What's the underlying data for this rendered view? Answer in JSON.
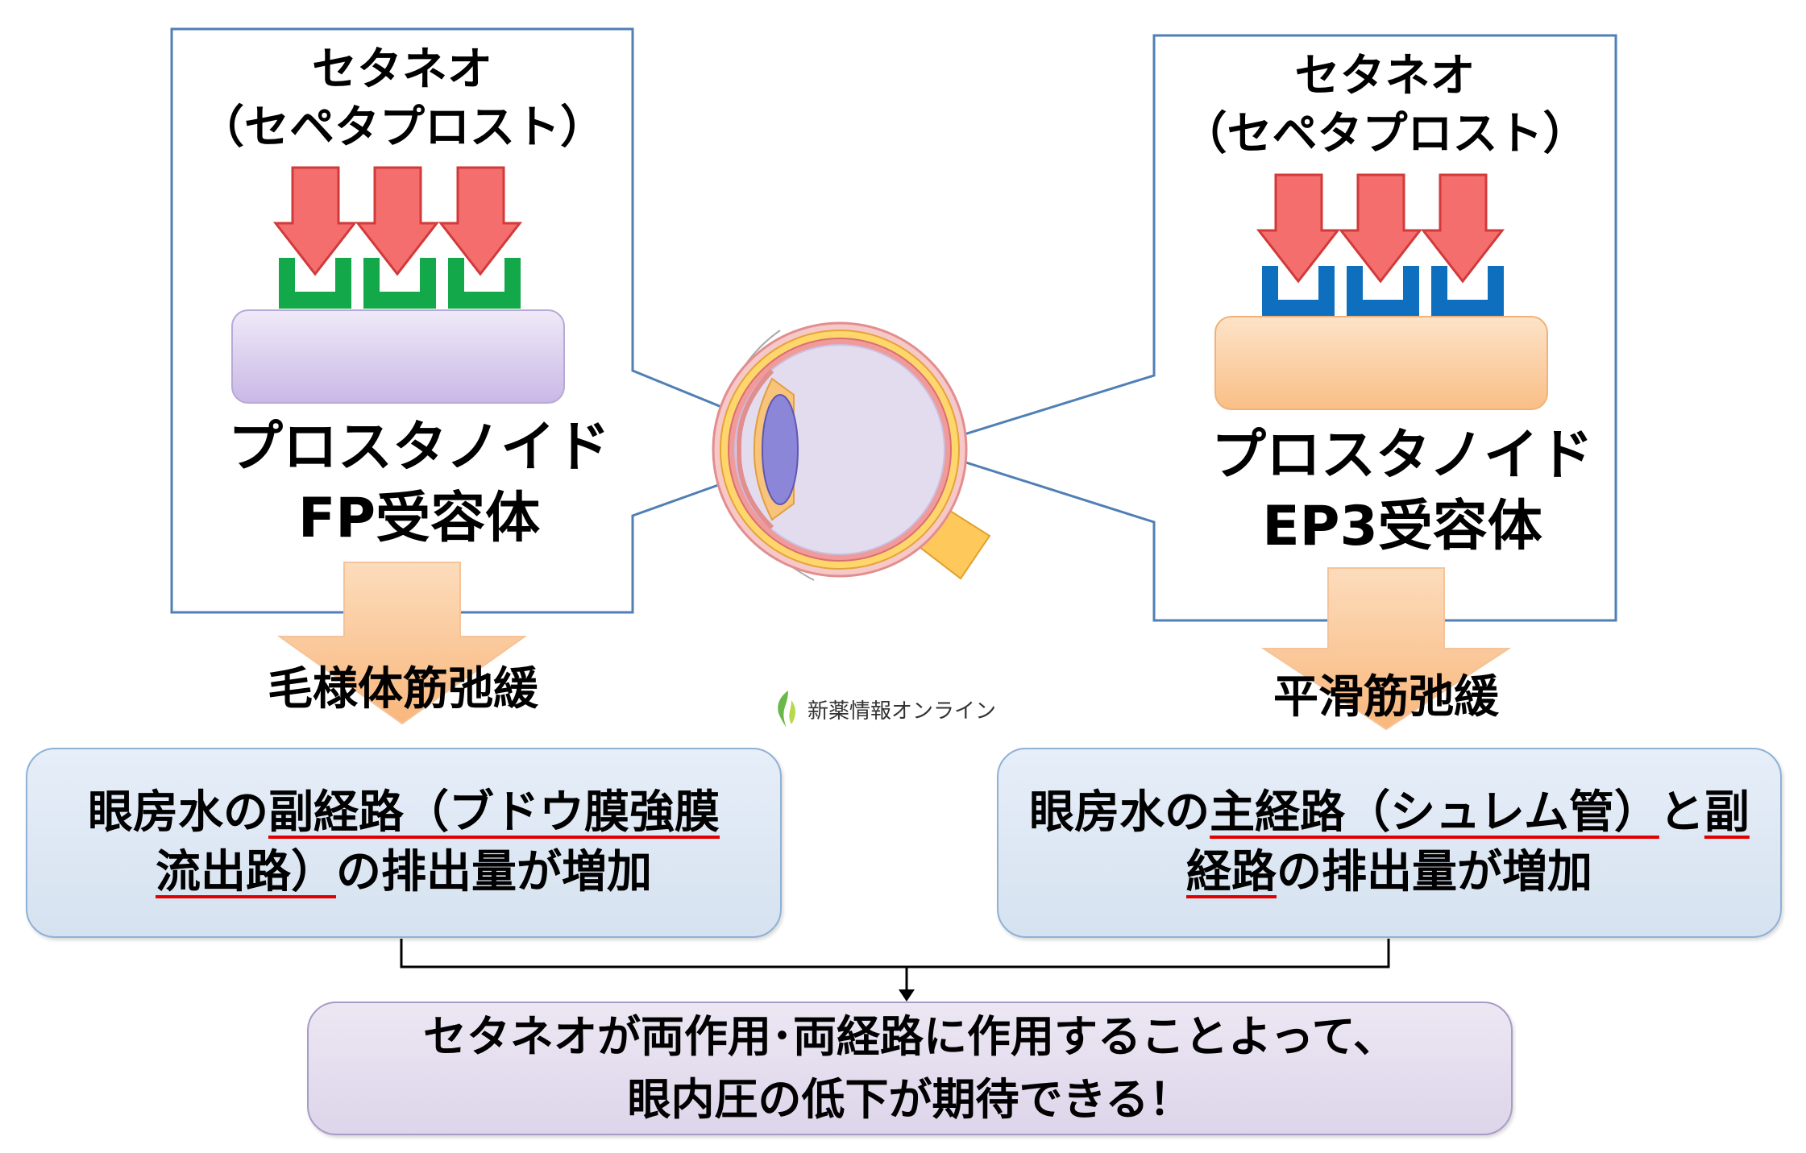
{
  "left_panel": {
    "drug_name": "セタネオ",
    "generic_name": "（セペタプロスト）",
    "receptor_line1": "プロスタノイド",
    "receptor_line2": "FP受容体",
    "effect": "毛様体筋弛緩",
    "result": {
      "prefix": "眼房水の",
      "highlight1": "副経路（ブドウ膜強膜",
      "highlight2": "流出路）",
      "suffix": "の排出量が増加"
    }
  },
  "right_panel": {
    "drug_name": "セタネオ",
    "generic_name": "（セペタプロスト）",
    "receptor_line1": "プロスタノイド",
    "receptor_line2": "EP3受容体",
    "effect": "平滑筋弛緩",
    "result": {
      "prefix": "眼房水の",
      "highlight1": "主経路（シュレム管）",
      "mid": "と",
      "highlight2": "副",
      "highlight3": "経路",
      "suffix": "の排出量が増加"
    }
  },
  "conclusion": {
    "line1": "セタネオが両作用･両経路に作用することよって、",
    "line2": "眼内圧の低下が期待できる！"
  },
  "watermark": {
    "text": "新薬情報オンライン"
  },
  "colors": {
    "arrow_red": "#f46e6e",
    "receptor_fp": "#13a84a",
    "receptor_ep3": "#0d6fbd",
    "membrane_left": "#d8cdef",
    "membrane_right": "#fbd1a4",
    "lower_arrow": "#fbc99a",
    "box_line": "#4f7fb5",
    "underline": "#e00000"
  }
}
